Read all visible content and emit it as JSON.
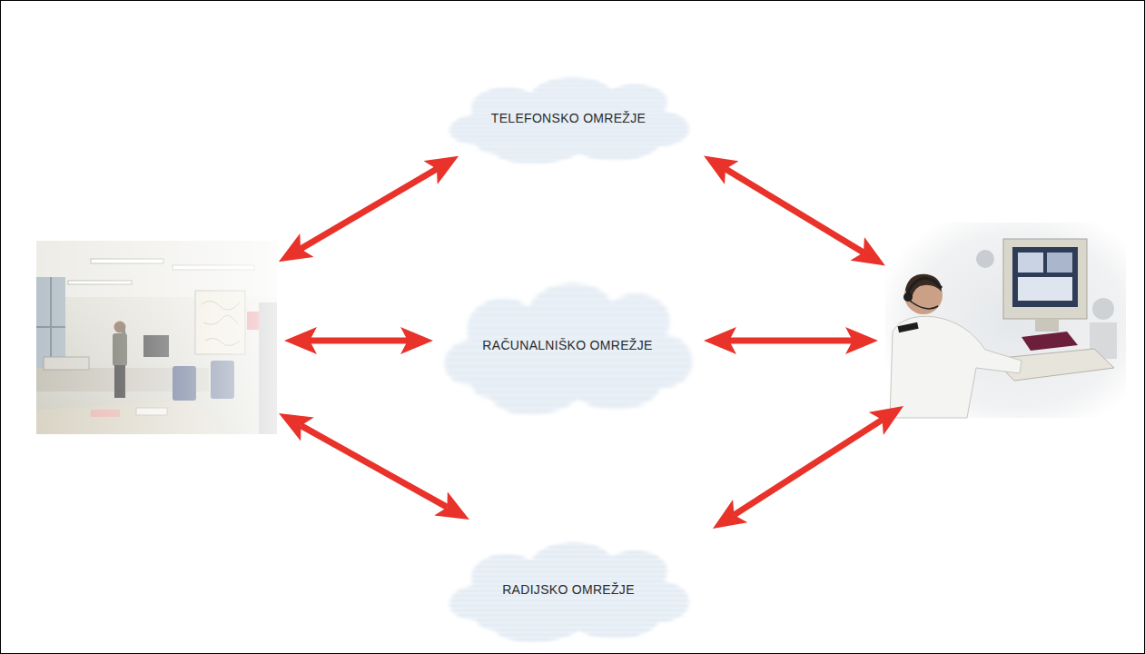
{
  "diagram": {
    "nodes": [
      {
        "text": [
          "TELEFONSKO OMREŽJE"
        ]
      },
      {
        "text": [
          "RAČUNALNIŠKO OMREŽJE"
        ]
      },
      {
        "text": [
          "RADIJSKO OMREŽJE"
        ]
      }
    ]
  }
}
